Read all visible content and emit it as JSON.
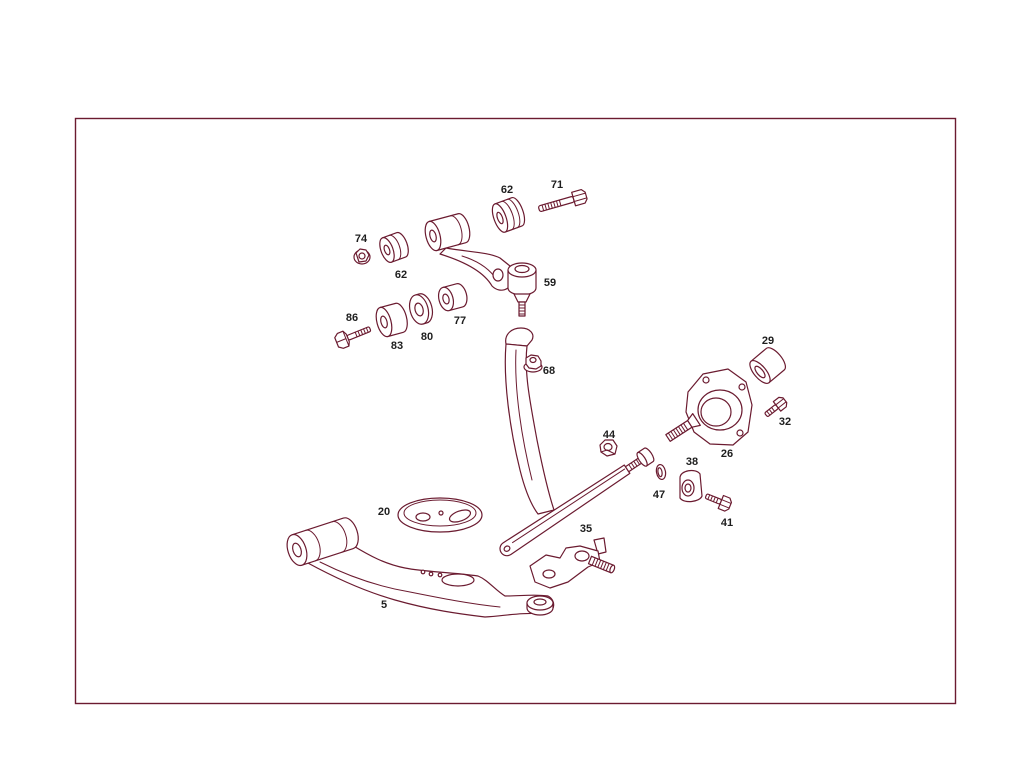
{
  "diagram": {
    "line_color": "#6b1b30",
    "label_color": "#1e1e1e",
    "callouts": [
      "62",
      "71",
      "74",
      "62",
      "59",
      "86",
      "77",
      "83",
      "80",
      "68",
      "29",
      "32",
      "26",
      "44",
      "38",
      "47",
      "41",
      "20",
      "35",
      "5"
    ]
  }
}
